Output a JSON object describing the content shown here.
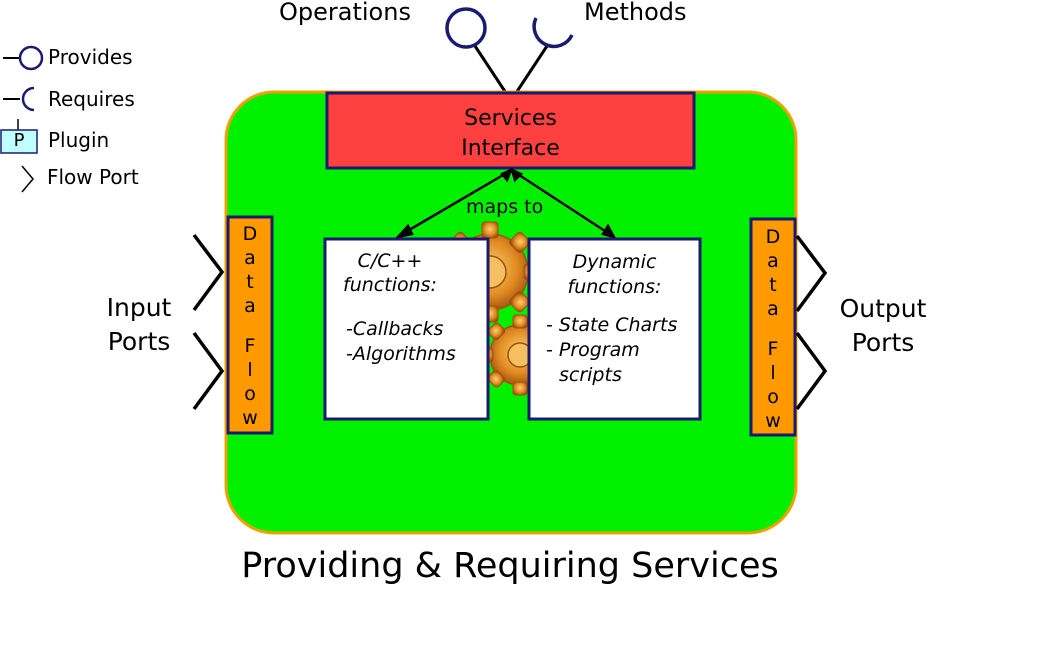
{
  "legend": {
    "provides": "Provides",
    "requires": "Requires",
    "plugin_symbol": "P",
    "plugin": "Plugin",
    "flow_port": "Flow Port"
  },
  "top": {
    "operations": "Operations",
    "methods": "Methods"
  },
  "services_interface": {
    "line1": "Services",
    "line2": "Interface"
  },
  "maps_to": "maps to",
  "cpp_box": {
    "title1": "C/C++",
    "title2": "functions:",
    "item1": "-Callbacks",
    "item2": "-Algorithms"
  },
  "dynamic_box": {
    "title1": "Dynamic",
    "title2": "functions:",
    "item1": "- State Charts",
    "item2": "- Program",
    "item3": "scripts"
  },
  "data_flow_left": "Data Flow",
  "data_flow_right": "Data Flow",
  "input_ports": {
    "line1": "Input",
    "line2": "Ports"
  },
  "output_ports": {
    "line1": "Output",
    "line2": "Ports"
  },
  "caption": "Providing & Requiring Services",
  "colors": {
    "component_fill": "#00f000",
    "component_border": "#f0a000",
    "interface_fill": "#ff4040",
    "box_border": "#1a1a70",
    "dataflow_fill": "#ff9900",
    "plugin_fill": "#c0ffff"
  }
}
